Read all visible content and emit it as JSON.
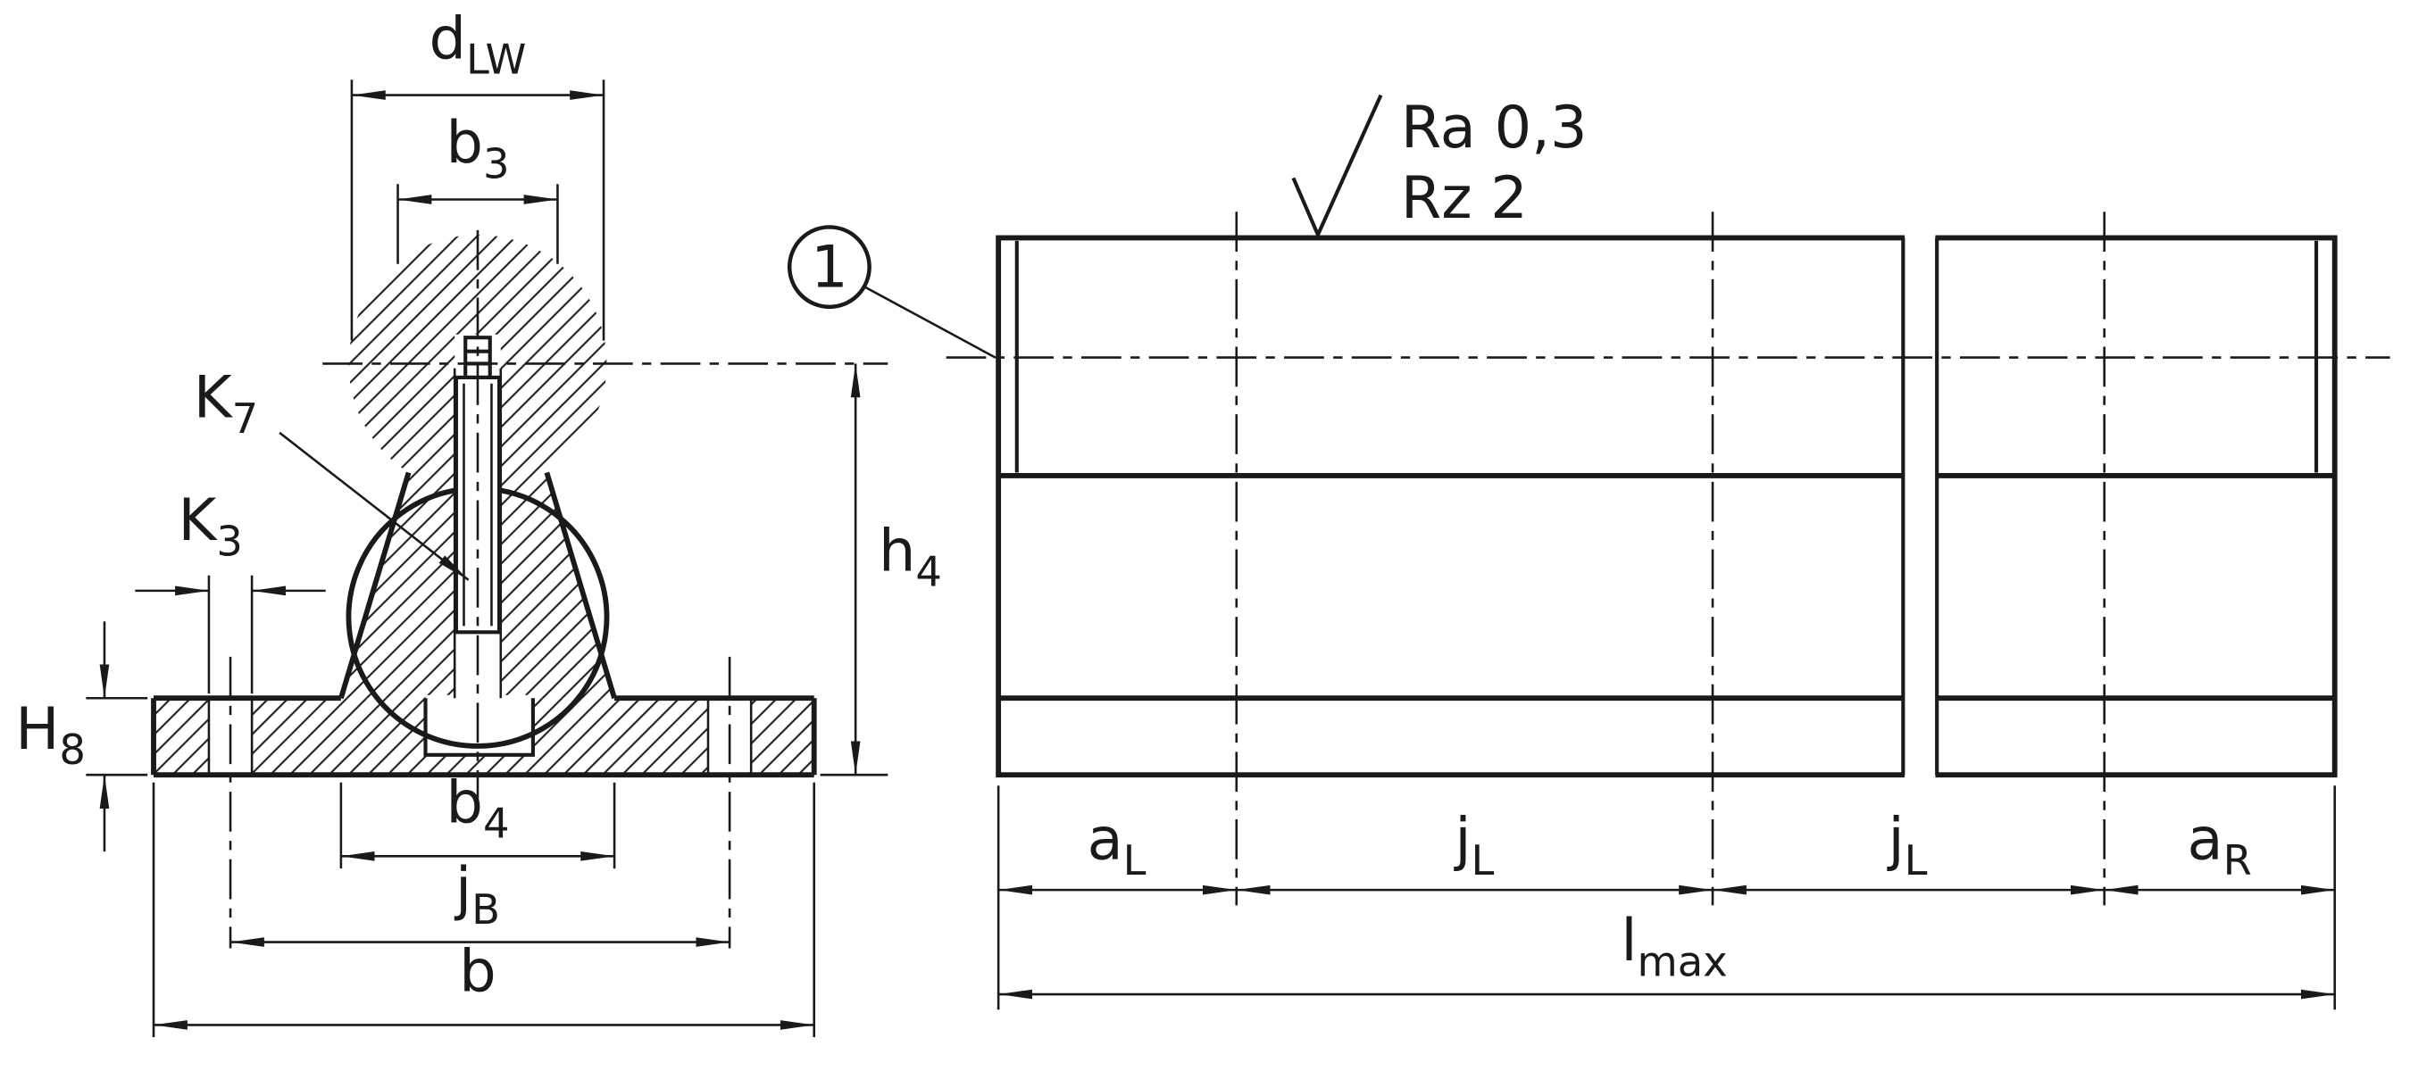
{
  "front": {
    "labels": {
      "d_lw": {
        "main": "d",
        "sub": "LW"
      },
      "b_3": {
        "main": "b",
        "sub": "3"
      },
      "k_7": {
        "main": "K",
        "sub": "7"
      },
      "k_3": {
        "main": "K",
        "sub": "3"
      },
      "h_8": {
        "main": "H",
        "sub": "8"
      },
      "h_4": {
        "main": "h",
        "sub": "4"
      },
      "b_4": {
        "main": "b",
        "sub": "4"
      },
      "j_b": {
        "main": "j",
        "sub": "B"
      },
      "b": {
        "main": "b"
      }
    }
  },
  "side": {
    "surface_finish": {
      "line1": "Ra 0,3",
      "line2": "Rz 2"
    },
    "balloon": {
      "label": "1"
    },
    "labels": {
      "a_l": {
        "main": "a",
        "sub": "L"
      },
      "j_l_1": {
        "main": "j",
        "sub": "L"
      },
      "j_l_2": {
        "main": "j",
        "sub": "L"
      },
      "a_r": {
        "main": "a",
        "sub": "R"
      },
      "l_max": {
        "main": "l",
        "sub": "max"
      }
    }
  },
  "colors": {
    "line": "#1a1a1a",
    "background": "#ffffff"
  }
}
